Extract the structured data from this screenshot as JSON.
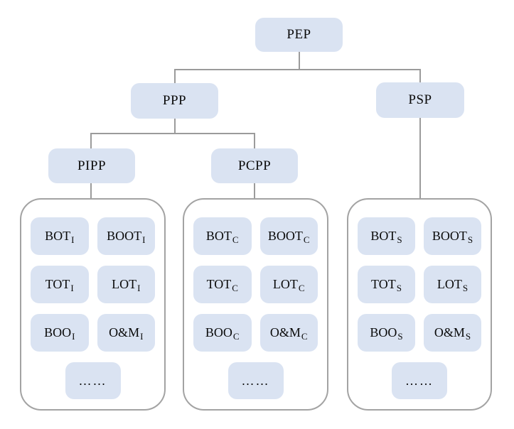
{
  "nodes": {
    "pep": {
      "label": "PEP"
    },
    "ppp": {
      "label": "PPP"
    },
    "psp": {
      "label": "PSP"
    },
    "pipp": {
      "label": "PIPP"
    },
    "pcpp": {
      "label": "PCPP"
    }
  },
  "groups": [
    {
      "parent": "PIPP",
      "items": [
        {
          "text": "BOT",
          "sub": "I"
        },
        {
          "text": "BOOT",
          "sub": "I"
        },
        {
          "text": "TOT",
          "sub": "I"
        },
        {
          "text": "LOT",
          "sub": "I"
        },
        {
          "text": "BOO",
          "sub": "I"
        },
        {
          "text": "O&M",
          "sub": "I"
        }
      ],
      "more": "……"
    },
    {
      "parent": "PCPP",
      "items": [
        {
          "text": "BOT",
          "sub": "C"
        },
        {
          "text": "BOOT",
          "sub": "C"
        },
        {
          "text": "TOT",
          "sub": "C"
        },
        {
          "text": "LOT",
          "sub": "C"
        },
        {
          "text": "BOO",
          "sub": "C"
        },
        {
          "text": "O&M",
          "sub": "C"
        }
      ],
      "more": "……"
    },
    {
      "parent": "PSP",
      "items": [
        {
          "text": "BOT",
          "sub": "S"
        },
        {
          "text": "BOOT",
          "sub": "S"
        },
        {
          "text": "TOT",
          "sub": "S"
        },
        {
          "text": "LOT",
          "sub": "S"
        },
        {
          "text": "BOO",
          "sub": "S"
        },
        {
          "text": "O&M",
          "sub": "S"
        }
      ],
      "more": "……"
    }
  ],
  "colors": {
    "box_fill": "#dae3f2",
    "container_border": "#a3a3a3",
    "connector_line": "#9b9b9b",
    "text": "#0a0a0a",
    "background": "#ffffff"
  }
}
